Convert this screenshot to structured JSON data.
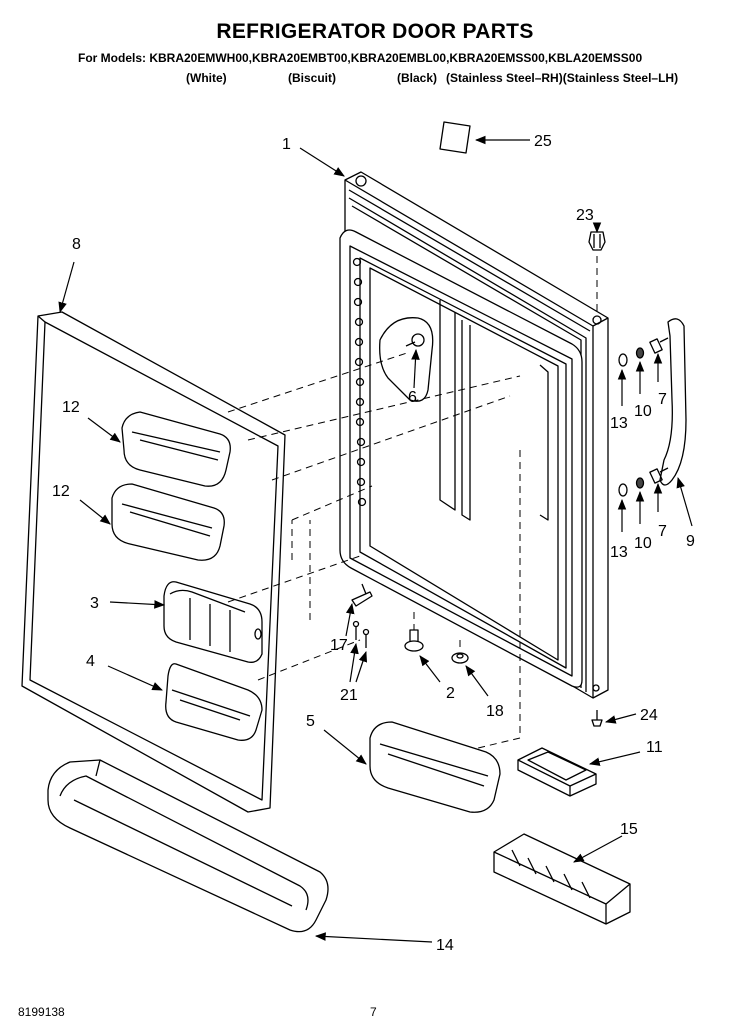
{
  "header": {
    "title": "REFRIGERATOR DOOR PARTS",
    "models_line": "For Models: KBRA20EMWH00,KBRA20EMBT00,KBRA20EMBL00,KBRA20EMSS00,KBLA20EMSS00",
    "variants": [
      "(White)",
      "(Biscuit)",
      "(Black)",
      "(Stainless Steel–RH)(Stainless Steel–LH)"
    ]
  },
  "callouts": {
    "c1": "1",
    "c25": "25",
    "c23": "23",
    "c8": "8",
    "c6": "6",
    "c12a": "12",
    "c12b": "12",
    "c3": "3",
    "c4": "4",
    "c13a": "13",
    "c10a": "10",
    "c7a": "7",
    "c13b": "13",
    "c10b": "10",
    "c7b": "7",
    "c9": "9",
    "c17": "17",
    "c21": "21",
    "c2": "2",
    "c18": "18",
    "c5": "5",
    "c24": "24",
    "c11": "11",
    "c15": "15",
    "c14": "14"
  },
  "footer": {
    "doc_number": "8199138",
    "page_number": "7"
  }
}
